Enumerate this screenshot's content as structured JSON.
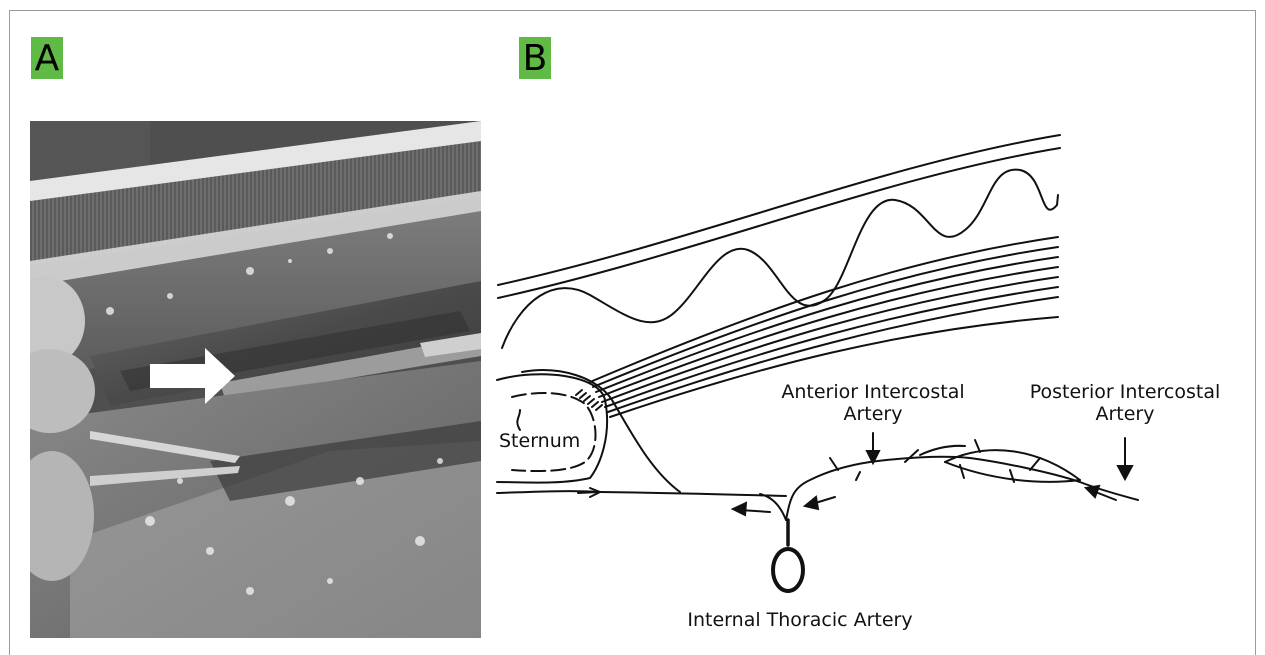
{
  "panels": {
    "a_label": "A",
    "b_label": "B"
  },
  "diagram": {
    "sternum": "Sternum",
    "anterior_line1": "Anterior Intercostal",
    "anterior_line2": "Artery",
    "posterior_line1": "Posterior Intercostal",
    "posterior_line2": "Artery",
    "internal_thoracic": "Internal Thoracic Artery"
  },
  "colors": {
    "label_bg": "#5fba46",
    "arrow": "#ffffff",
    "line": "#111111"
  }
}
